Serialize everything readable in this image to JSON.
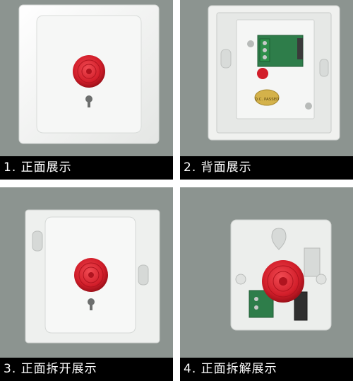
{
  "panels": [
    {
      "caption": "1. 正面展示"
    },
    {
      "caption": "2. 背面展示"
    },
    {
      "caption": "3. 正面拆开展示"
    },
    {
      "caption": "4. 正面拆解展示"
    }
  ],
  "labels": {
    "qc_sticker": "Q.C. PASSED"
  },
  "colors": {
    "background": "#8c9490",
    "plate": "#f4f4f2",
    "button_red": "#d21e2a",
    "pcb_green": "#2e7d4a",
    "caption_bg": "#000000",
    "caption_text": "#ffffff"
  }
}
